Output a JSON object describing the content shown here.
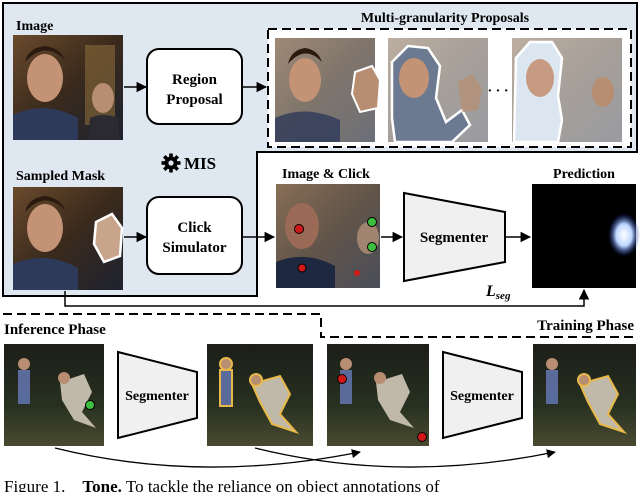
{
  "labels": {
    "image": "Image",
    "proposals": "Multi-granularity Proposals",
    "sampled_mask": "Sampled Mask",
    "mis": "MIS",
    "image_click": "Image & Click",
    "prediction": "Prediction",
    "loss_main": "L",
    "loss_sub": "seg",
    "inference_phase": "Inference Phase",
    "training_phase": "Training Phase",
    "ellipsis": "· · ·"
  },
  "boxes": {
    "region_proposal_line1": "Region",
    "region_proposal_line2": "Proposal",
    "click_simulator_line1": "Click",
    "click_simulator_line2": "Simulator",
    "segmenter_train": "Segmenter",
    "segmenter_inf1": "Segmenter",
    "segmenter_inf2": "Segmenter"
  },
  "caption": {
    "figure": "Figure 1.",
    "bold": "Tone.",
    "rest": "To tackle the reliance on object annotations of"
  },
  "icons": {
    "mis": "gear-icon"
  },
  "colors": {
    "panel_fill": "#dfe8f1",
    "click_positive": "#3fbf3f",
    "click_negative": "#d01818",
    "prediction_glow": "#eaf3ff",
    "outline_yellow": "#e8b84a",
    "segmenter_fill": "#f0f0f0"
  }
}
